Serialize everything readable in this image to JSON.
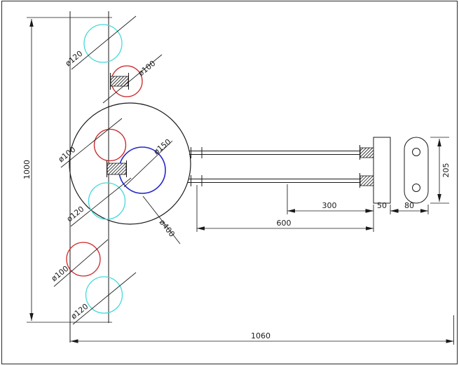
{
  "dimensions": {
    "plate_height": "1000",
    "overall_length": "1060",
    "arm_length": "600",
    "arm_inner": "300",
    "bracket_thickness": "50",
    "end_cap_width": "80",
    "end_cap_height": "205"
  },
  "diameter_callouts": {
    "top_cyan": "ø120",
    "top_red": "ø100",
    "hub_red": "ø100",
    "hub_blue": "ø150",
    "mid_cyan": "ø120",
    "main": "ø400",
    "bottom_red": "ø100",
    "bottom_cyan": "ø120"
  },
  "colors": {
    "line": "#1a1a1a",
    "red_circle": "#cc2626",
    "cyan_circle": "#45d9d9",
    "blue_circle": "#2328c8"
  }
}
